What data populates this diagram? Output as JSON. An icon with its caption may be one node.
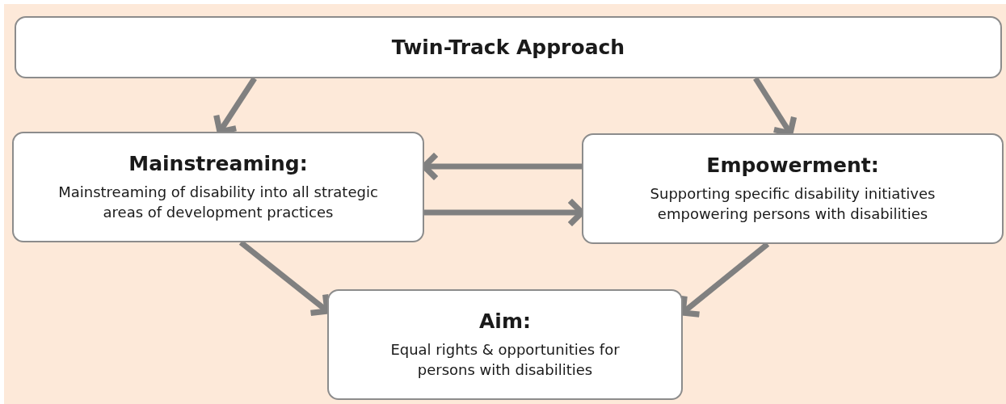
{
  "diagram": {
    "nodes": [
      {
        "text": [
          "Twin-Track Approach"
        ]
      },
      {
        "text": [
          "Mainstreaming:",
          "Mainstreaming of disability into all strategic areas of development practices"
        ]
      },
      {
        "text": [
          "Empowerment:",
          "Supporting specific disability initiatives empowering persons with disabilities"
        ]
      },
      {
        "text": [
          "Aim:",
          "Equal rights & opportunities for persons with disabilities"
        ]
      }
    ],
    "edges": [
      {
        "from": 0,
        "to": 1,
        "arrow": "to"
      },
      {
        "from": 0,
        "to": 2,
        "arrow": "to"
      },
      {
        "from": 2,
        "to": 1,
        "arrow": "to"
      },
      {
        "from": 1,
        "to": 2,
        "arrow": "to"
      },
      {
        "from": 1,
        "to": 3,
        "arrow": "to"
      },
      {
        "from": 2,
        "to": 3,
        "arrow": "to"
      }
    ]
  }
}
